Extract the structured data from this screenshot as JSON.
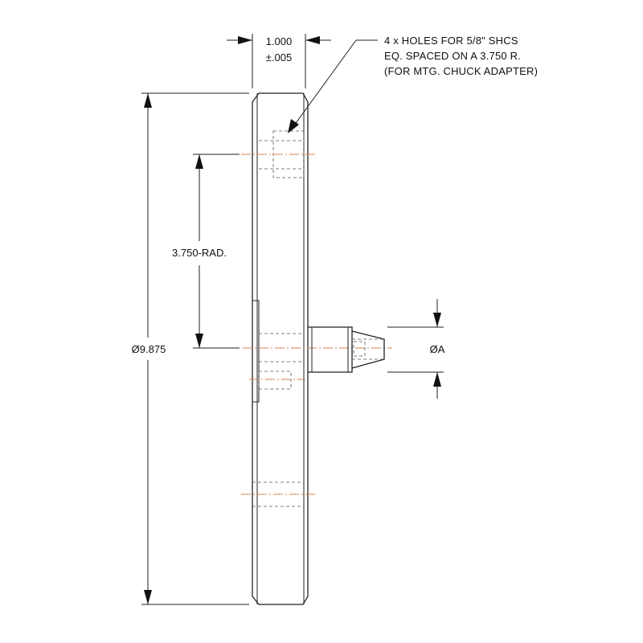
{
  "dimensions": {
    "width_value": "1.000",
    "width_tolerance": "±.005",
    "radius_label": "3.750-RAD.",
    "diameter_label": "Ø9.875",
    "bore_label": "ØA"
  },
  "note": {
    "line1": "4 x HOLES FOR 5/8\" SHCS",
    "line2": "EQ. SPACED ON A 3.750 R.",
    "line3": "(FOR MTG. CHUCK ADAPTER)"
  },
  "colors": {
    "outline": "#222222",
    "centerline": "#d9824a",
    "text": "#111111"
  }
}
